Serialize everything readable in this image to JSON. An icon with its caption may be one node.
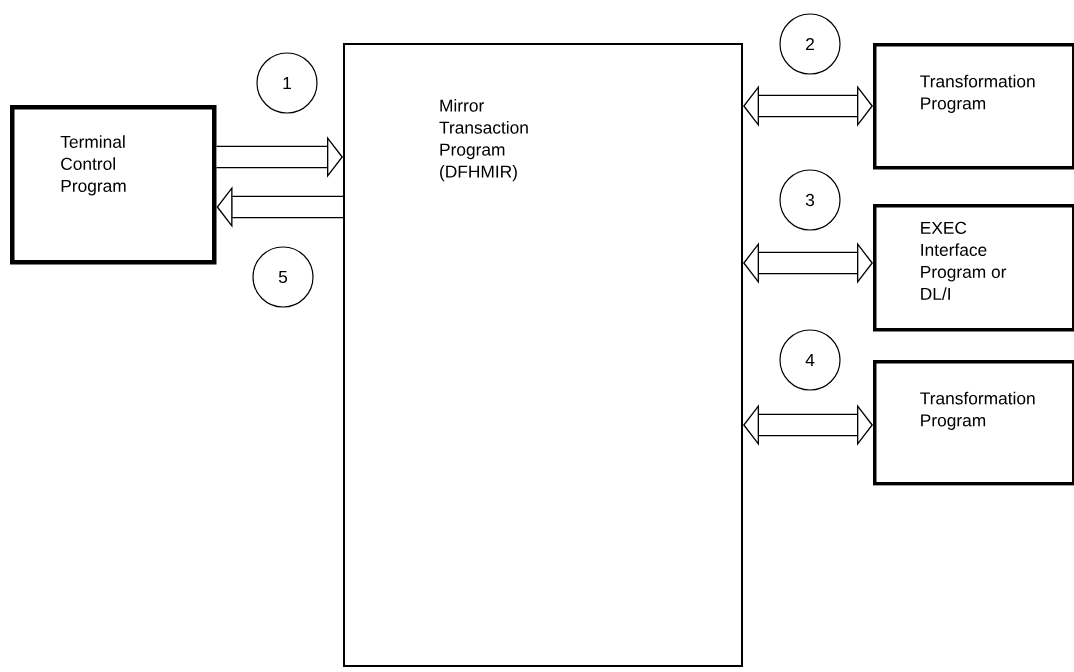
{
  "diagram": {
    "nodes": [
      {
        "text": [
          "Terminal Control Program"
        ]
      },
      {
        "text": [
          "1"
        ]
      },
      {
        "text": [
          "Mirror Transaction Program (DFHMIR)"
        ]
      },
      {
        "text": [
          "2"
        ]
      },
      {
        "text": [
          "Transformation Program"
        ]
      },
      {
        "text": [
          "3"
        ]
      },
      {
        "text": [
          "EXEC Interface Program or DL/I"
        ]
      },
      {
        "text": [
          "4"
        ]
      },
      {
        "text": [
          "Transformation Program"
        ]
      },
      {
        "text": [
          "5"
        ]
      }
    ],
    "edges": [
      {
        "from": 0,
        "to": 2,
        "arrow": "to"
      },
      {
        "from": 2,
        "to": 0,
        "arrow": "to"
      },
      {
        "from": 2,
        "to": 4,
        "arrow": "both"
      },
      {
        "from": 2,
        "to": 6,
        "arrow": "both"
      },
      {
        "from": 2,
        "to": 8,
        "arrow": "both"
      }
    ]
  }
}
